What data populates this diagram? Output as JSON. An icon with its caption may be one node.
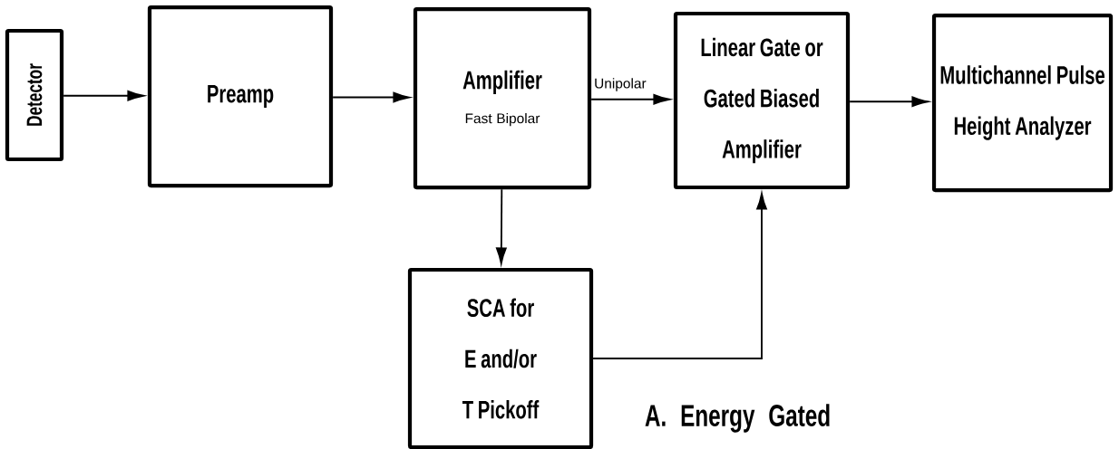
{
  "diagram": {
    "caption": "A. Energy Gated",
    "nodes": [
      {
        "text": [
          "Detector"
        ]
      },
      {
        "text": [
          "Preamp"
        ]
      },
      {
        "text": [
          "Amplifier",
          "Fast Bipolar"
        ]
      },
      {
        "text": [
          "Linear Gate or Gated Biased Amplifier"
        ]
      },
      {
        "text": [
          "Multichannel Pulse Height Analyzer"
        ]
      },
      {
        "text": [
          "SCA for E and/or T Pickoff"
        ]
      }
    ],
    "edges": [
      {
        "from": 0,
        "to": 1,
        "arrow": "to"
      },
      {
        "from": 1,
        "to": 2,
        "arrow": "to"
      },
      {
        "from": 2,
        "to": 3,
        "arrow": "to",
        "label": "Unipolar"
      },
      {
        "from": 3,
        "to": 4,
        "arrow": "to"
      },
      {
        "from": 2,
        "to": 5,
        "arrow": "to"
      },
      {
        "from": 5,
        "to": 3,
        "arrow": "to"
      }
    ]
  }
}
